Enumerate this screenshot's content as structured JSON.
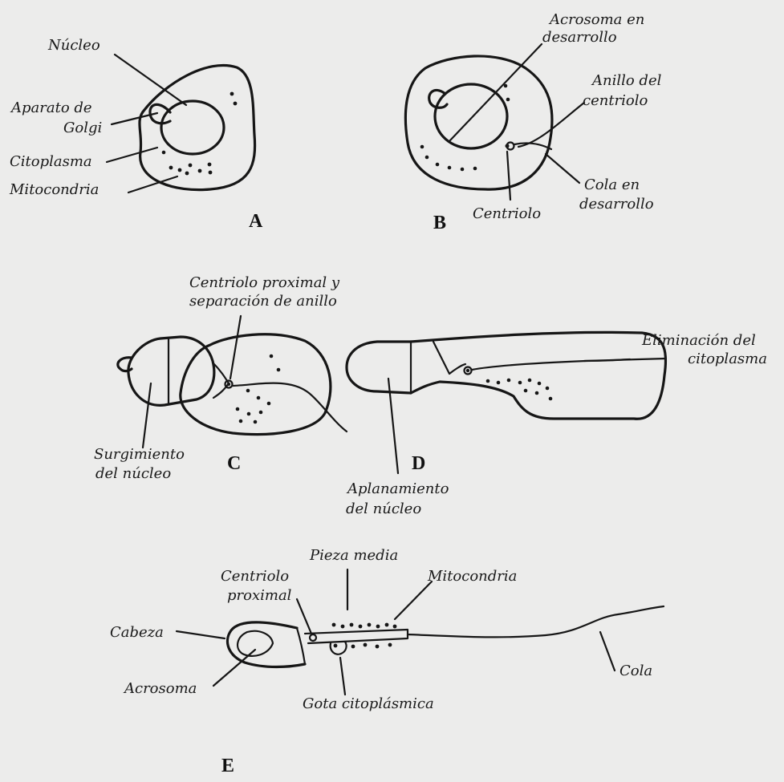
{
  "panels": {
    "A": {
      "letter": "A",
      "nucleo": "Núcleo",
      "golgi_1": "Aparato de",
      "golgi_2": "Golgi",
      "citoplasma": "Citoplasma",
      "mitocondria": "Mitocondria"
    },
    "B": {
      "letter": "B",
      "acrosoma_1": "Acrosoma en",
      "acrosoma_2": "desarrollo",
      "anillo_1": "Anillo del",
      "anillo_2": "centriolo",
      "cola_1": "Cola  en",
      "cola_2": "desarrollo",
      "centriolo": "Centriolo"
    },
    "C": {
      "letter": "C",
      "centriolo_1": "Centriolo proximal  y",
      "centriolo_2": "separación de anillo",
      "surgimiento_1": "Surgimiento",
      "surgimiento_2": "del núcleo"
    },
    "D": {
      "letter": "D",
      "eliminacion_1": "Eliminación del",
      "eliminacion_2": "citoplasma",
      "aplanamiento_1": "Aplanamiento",
      "aplanamiento_2": "del núcleo"
    },
    "E": {
      "letter": "E",
      "pieza_media": "Pieza media",
      "centriolo_1": "Centriolo",
      "centriolo_2": "proximal",
      "mitocondria": "Mitocondria",
      "cabeza": "Cabeza",
      "acrosoma": "Acrosoma",
      "gota": "Gota citoplásmica",
      "cola": "Cola"
    }
  }
}
